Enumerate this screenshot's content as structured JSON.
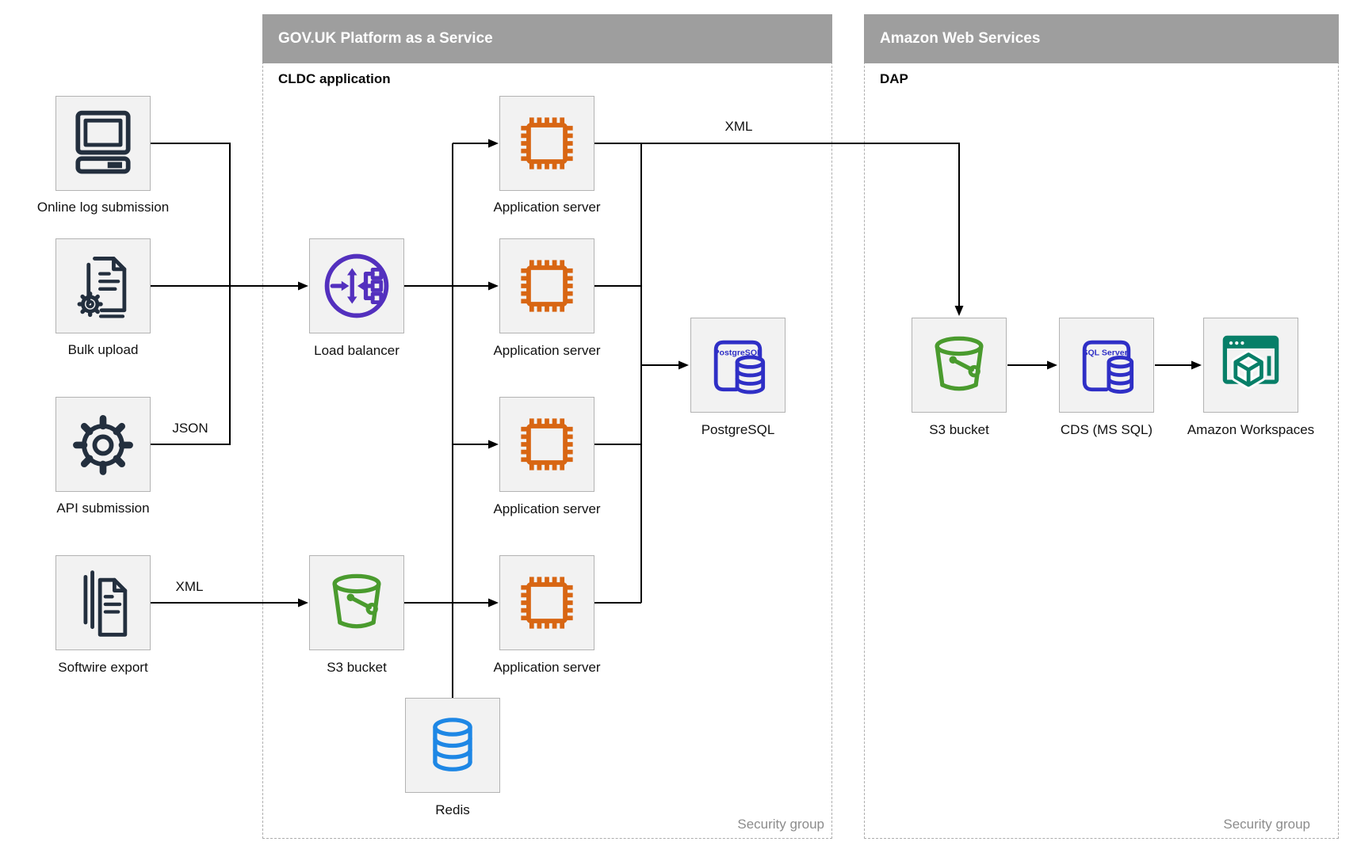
{
  "containers": {
    "govuk": {
      "title": "GOV.UK Platform as a Service",
      "sublabel": "CLDC application",
      "footer": "Security group"
    },
    "aws": {
      "title": "Amazon Web Services",
      "sublabel": "DAP",
      "footer": "Security group"
    }
  },
  "nodes": {
    "online_log": {
      "label": "Online log submission"
    },
    "bulk_upload": {
      "label": "Bulk upload"
    },
    "api_submission": {
      "label": "API submission"
    },
    "softwire_export": {
      "label": "Softwire export"
    },
    "load_balancer": {
      "label": "Load balancer"
    },
    "app_server_1": {
      "label": "Application server"
    },
    "app_server_2": {
      "label": "Application server"
    },
    "app_server_3": {
      "label": "Application server"
    },
    "app_server_4": {
      "label": "Application server"
    },
    "postgresql": {
      "label": "PostgreSQL",
      "icon_text": "PostgreSQL"
    },
    "s3_govuk": {
      "label": "S3 bucket"
    },
    "redis": {
      "label": "Redis"
    },
    "s3_aws": {
      "label": "S3 bucket"
    },
    "cds": {
      "label": "CDS (MS SQL)",
      "icon_text": "SQL Server"
    },
    "workspaces": {
      "label": "Amazon Workspaces"
    }
  },
  "edge_labels": {
    "json": "JSON",
    "xml_top": "XML",
    "xml_softwire": "XML"
  },
  "colors": {
    "icon_navy": "#232F3E",
    "icon_orange": "#D86613",
    "icon_purple": "#5330BE",
    "icon_db_blue": "#2F2FC6",
    "icon_green": "#4A9B2E",
    "icon_redis_blue": "#1E87E5",
    "icon_teal": "#077F68",
    "header_bg": "#9E9E9E",
    "header_text": "#FFFFFF",
    "box_fill": "#F2F2F2",
    "box_border": "#B3B3B3",
    "dashed_border": "#ADADAD",
    "security_text": "#8C8C8C",
    "line": "#000000"
  }
}
